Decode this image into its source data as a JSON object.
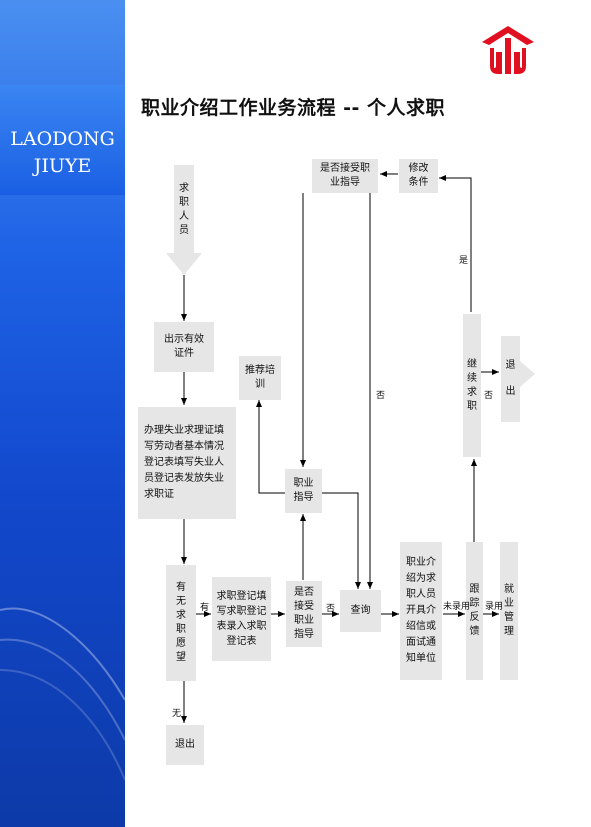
{
  "brand": {
    "line1": "LAODONG",
    "line2": "JIUYE"
  },
  "title": "职业介绍工作业务流程 -- 个人求职",
  "nodes": {
    "job_seeker": "求职人员",
    "show_id": "出示有效证件",
    "register": "办理失业求理证填写劳动者基本情况登记表填写失业人员登记表发放失业求职证",
    "has_intention": "有无求职愿望",
    "exit_bottom": "退出",
    "job_register": "求职登记填写求职登记表录入求职登记表",
    "accept_guidance_lower": "是否接受职业指导",
    "query": "查询",
    "job_guidance": "职业指导",
    "recommend_training": "推荐培训",
    "accept_guidance_top": "是否接受职业指导",
    "modify_conditions": "修改条件",
    "continue_seeking": "继续求职",
    "exit_right": "退出",
    "introduce": "职业介绍为求职人员开具介绍信或面试通知单位",
    "follow_up": "跟踪反馈",
    "employment_mgmt": "就业管理"
  },
  "labels": {
    "yes_have": "有",
    "no_none": "无",
    "no_lower": "否",
    "no_mid": "否",
    "yes_top": "是",
    "no_continue": "否",
    "not_hired": "未录用",
    "hired": "录用"
  },
  "colors": {
    "sidebar_top": "#4a8ff0",
    "sidebar_bottom": "#0d3aa8",
    "box_fill": "#e6e6e6",
    "logo_red": "#e01020",
    "arrow": "#000000"
  }
}
